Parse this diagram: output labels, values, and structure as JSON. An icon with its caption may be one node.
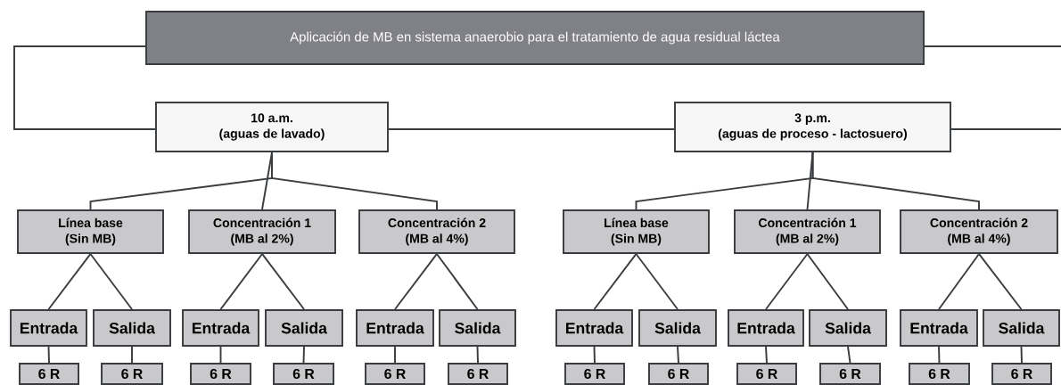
{
  "diagram": {
    "nodes": [
      {
        "text": [
          "Aplicación de MB en sistema anaerobio para el tratamiento de agua residual láctea"
        ]
      },
      {
        "text": [
          "10 a.m.",
          "(aguas de lavado)"
        ]
      },
      {
        "text": [
          "3 p.m.",
          "(aguas de proceso - lactosuero)"
        ]
      },
      {
        "text": [
          "Línea base",
          "(Sin MB)"
        ]
      },
      {
        "text": [
          "Concentración 1",
          "(MB al 2%)"
        ]
      },
      {
        "text": [
          "Concentración 2",
          "(MB al 4%)"
        ]
      },
      {
        "text": [
          "Entrada"
        ]
      },
      {
        "text": [
          "Salida"
        ]
      },
      {
        "text": [
          "Entrada"
        ]
      },
      {
        "text": [
          "Salida"
        ]
      },
      {
        "text": [
          "Entrada"
        ]
      },
      {
        "text": [
          "Salida"
        ]
      },
      {
        "text": [
          "6 R"
        ]
      },
      {
        "text": [
          "6 R"
        ]
      },
      {
        "text": [
          "6 R"
        ]
      },
      {
        "text": [
          "6 R"
        ]
      },
      {
        "text": [
          "6 R"
        ]
      },
      {
        "text": [
          "6 R"
        ]
      },
      {
        "text": [
          "Línea base",
          "(Sin MB)"
        ]
      },
      {
        "text": [
          "Concentración 1",
          "(MB al 2%)"
        ]
      },
      {
        "text": [
          "Concentración 2",
          "(MB al 4%)"
        ]
      },
      {
        "text": [
          "Entrada"
        ]
      },
      {
        "text": [
          "Salida"
        ]
      },
      {
        "text": [
          "Entrada"
        ]
      },
      {
        "text": [
          "Salida"
        ]
      },
      {
        "text": [
          "Entrada"
        ]
      },
      {
        "text": [
          "Salida"
        ]
      },
      {
        "text": [
          "6 R"
        ]
      },
      {
        "text": [
          "6 R"
        ]
      },
      {
        "text": [
          "6 R"
        ]
      },
      {
        "text": [
          "6 R"
        ]
      },
      {
        "text": [
          "6 R"
        ]
      },
      {
        "text": [
          "6 R"
        ]
      }
    ],
    "edges": [
      {
        "from": 0,
        "to": 1,
        "arrow": "none"
      },
      {
        "from": 1,
        "to": 2,
        "arrow": "none"
      },
      {
        "from": 0,
        "to": null,
        "arrow": "none"
      },
      {
        "from": 2,
        "to": null,
        "arrow": "none"
      },
      {
        "from": 1,
        "to": 3,
        "arrow": "none"
      },
      {
        "from": 1,
        "to": 4,
        "arrow": "none"
      },
      {
        "from": 1,
        "to": 5,
        "arrow": "none"
      },
      {
        "from": 3,
        "to": 6,
        "arrow": "none"
      },
      {
        "from": 3,
        "to": 7,
        "arrow": "none"
      },
      {
        "from": 4,
        "to": 8,
        "arrow": "none"
      },
      {
        "from": 4,
        "to": 9,
        "arrow": "none"
      },
      {
        "from": 5,
        "to": 10,
        "arrow": "none"
      },
      {
        "from": 5,
        "to": 11,
        "arrow": "none"
      },
      {
        "from": 6,
        "to": 12,
        "arrow": "none"
      },
      {
        "from": 7,
        "to": 13,
        "arrow": "none"
      },
      {
        "from": 8,
        "to": 14,
        "arrow": "none"
      },
      {
        "from": 9,
        "to": 15,
        "arrow": "none"
      },
      {
        "from": 10,
        "to": 16,
        "arrow": "none"
      },
      {
        "from": 11,
        "to": 17,
        "arrow": "none"
      },
      {
        "from": 2,
        "to": 18,
        "arrow": "none"
      },
      {
        "from": 2,
        "to": 19,
        "arrow": "none"
      },
      {
        "from": 2,
        "to": 20,
        "arrow": "none"
      },
      {
        "from": 18,
        "to": 21,
        "arrow": "none"
      },
      {
        "from": 18,
        "to": 22,
        "arrow": "none"
      },
      {
        "from": 19,
        "to": 23,
        "arrow": "none"
      },
      {
        "from": 19,
        "to": 24,
        "arrow": "none"
      },
      {
        "from": 20,
        "to": 25,
        "arrow": "none"
      },
      {
        "from": 20,
        "to": 26,
        "arrow": "none"
      },
      {
        "from": 21,
        "to": 27,
        "arrow": "none"
      },
      {
        "from": 22,
        "to": 28,
        "arrow": "none"
      },
      {
        "from": 23,
        "to": 29,
        "arrow": "none"
      },
      {
        "from": 24,
        "to": 30,
        "arrow": "none"
      },
      {
        "from": 25,
        "to": 31,
        "arrow": "none"
      },
      {
        "from": 26,
        "to": 32,
        "arrow": "none"
      }
    ]
  }
}
